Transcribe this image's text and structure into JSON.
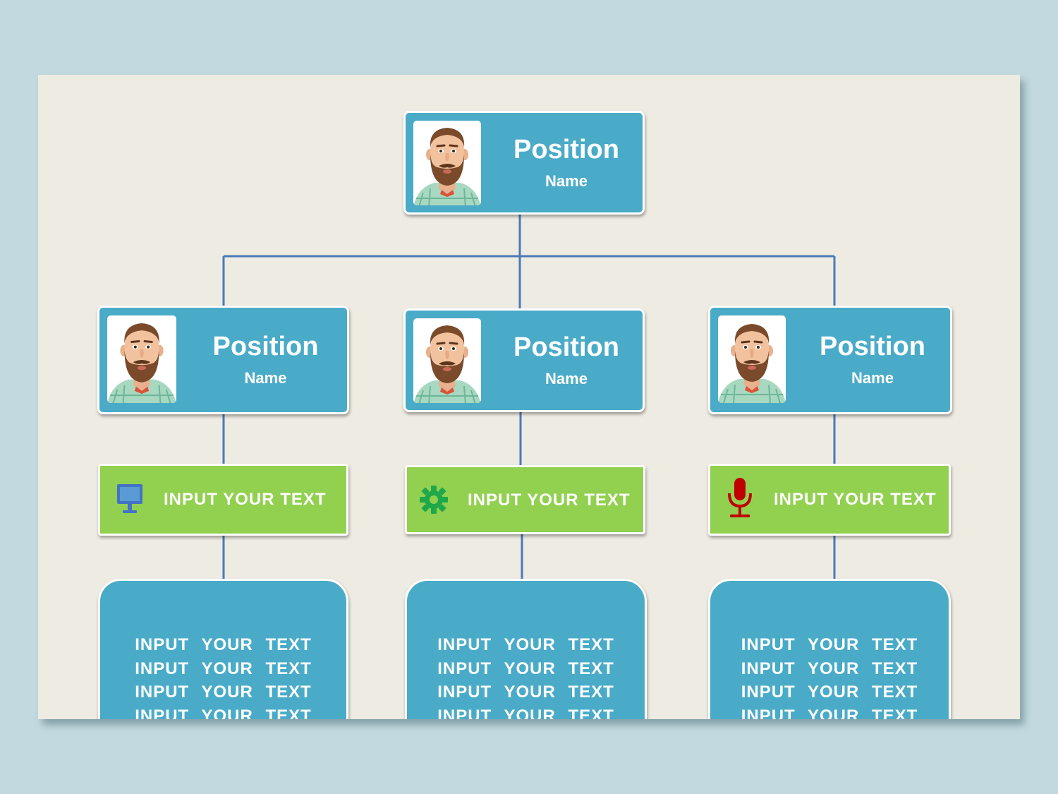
{
  "org": {
    "top": {
      "title": "Position",
      "name": "Name"
    },
    "branches": [
      {
        "title": "Position",
        "name": "Name",
        "label": "INPUT YOUR TEXT",
        "icon": "monitor-icon",
        "icon_color": "#4472c4",
        "lines": [
          "INPUT YOUR TEXT",
          "INPUT YOUR TEXT",
          "INPUT YOUR TEXT",
          "INPUT YOUR TEXT"
        ]
      },
      {
        "title": "Position",
        "name": "Name",
        "label": "INPUT YOUR TEXT",
        "icon": "gear-icon",
        "icon_color": "#1fa84a",
        "lines": [
          "INPUT YOUR TEXT",
          "INPUT YOUR TEXT",
          "INPUT YOUR TEXT",
          "INPUT YOUR TEXT"
        ]
      },
      {
        "title": "Position",
        "name": "Name",
        "label": "INPUT YOUR TEXT",
        "icon": "microphone-icon",
        "icon_color": "#c00000",
        "lines": [
          "INPUT YOUR TEXT",
          "INPUT YOUR TEXT",
          "INPUT YOUR TEXT",
          "INPUT YOUR TEXT"
        ]
      }
    ]
  },
  "colors": {
    "card_blue": "#4aabc8",
    "bar_green": "#92d050",
    "connector": "#4a7ab8",
    "slide_bg": "#eeebe2",
    "page_bg": "#c2dadf"
  }
}
